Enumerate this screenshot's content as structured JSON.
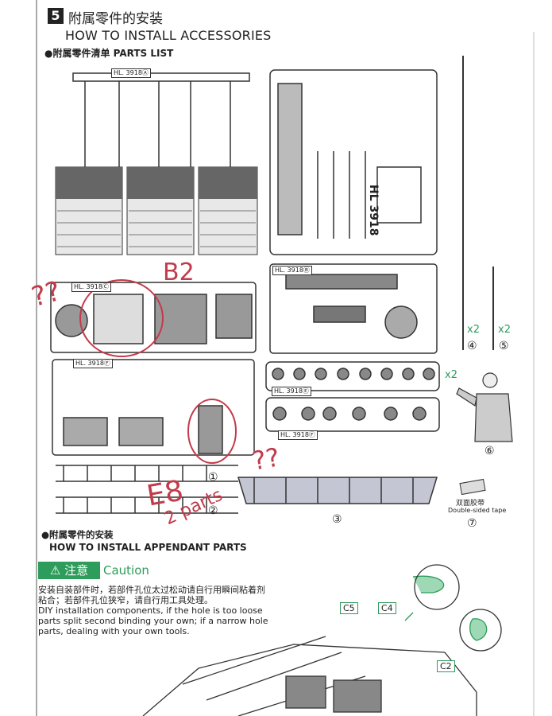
{
  "header": {
    "step_number": "5",
    "title_cn": "附属零件的安装",
    "title_en": "HOW TO INSTALL ACCESSORIES",
    "parts_list_label": "●附属零件清单 PARTS LIST"
  },
  "sprue_labels": {
    "hl_a": "HL. 3918Ⓐ",
    "hl_b": "HL. 3918Ⓑ",
    "hl_c": "HL. 3918Ⓒ",
    "hl_e": "HL. 3918Ⓔ",
    "hl_f": "HL. 3918Ⓕ",
    "hl_e2": "HL. 3918Ⓔ",
    "hl_f2": "HL. 3918Ⓕ",
    "hl_3918": "HL 3918"
  },
  "part_callouts": {
    "qty_4": "x2",
    "qty_5": "x2",
    "qty_6": "x2",
    "num_1": "①",
    "num_2": "②",
    "num_3": "③",
    "num_4": "④",
    "num_5": "⑤",
    "num_6": "⑥",
    "num_7": "⑦",
    "tape_cn": "双面胶带",
    "tape_en": "Double-sided tape"
  },
  "handwritten": {
    "note_qq1": "??",
    "note_b2": "B2",
    "note_qq2": "??",
    "note_e8": "E8",
    "note_2parts": "2 parts"
  },
  "install_section": {
    "heading_cn": "●附属零件的安装",
    "heading_en": "HOW TO INSTALL APPENDANT PARTS",
    "caution_cn": "⚠ 注意",
    "caution_en": "Caution",
    "note_cn": "安装自装部件时，若部件孔位太过松动请自行用瞬间粘着剂粘合；若部件孔位狭窄，请自行用工具处理。",
    "note_en": "DIY installation components, if the hole is too loose parts split second binding your own; if a narrow hole parts, dealing with your own tools."
  },
  "assembly_labels": {
    "c5": "C5",
    "c4": "C4",
    "c2": "C2"
  },
  "colors": {
    "accent_green": "#2e9c5b",
    "ink_red": "#c23b4b"
  }
}
